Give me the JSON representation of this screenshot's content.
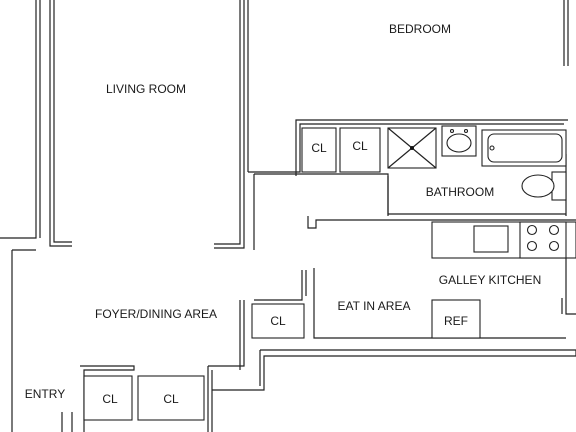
{
  "rooms": {
    "bedroom": "BEDROOM",
    "living_room": "LIVING ROOM",
    "bathroom": "BATHROOM",
    "galley_kitchen": "GALLEY KITCHEN",
    "eat_in_area": "EAT IN AREA",
    "foyer_dining": "FOYER/DINING AREA",
    "entry": "ENTRY"
  },
  "fixtures": {
    "closet_label": "CL",
    "refrigerator_label": "REF"
  }
}
